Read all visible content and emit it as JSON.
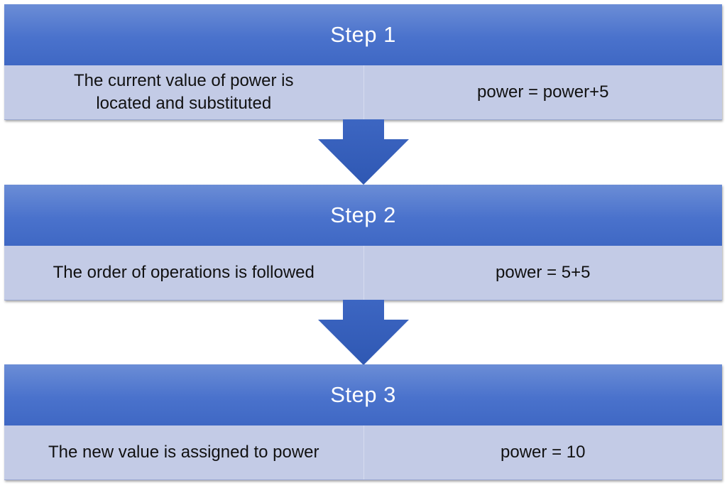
{
  "steps": [
    {
      "title": "Step 1",
      "description": "The current value of power is located and substituted",
      "code": "power = power+5"
    },
    {
      "title": "Step 2",
      "description": "The order of operations is followed",
      "code": "power = 5+5"
    },
    {
      "title": "Step 3",
      "description": "The new value is assigned to power",
      "code": "power = 10"
    }
  ],
  "colors": {
    "header": "#4a72cc",
    "body": "#c3cbe6",
    "arrow": "#3a63bf"
  }
}
